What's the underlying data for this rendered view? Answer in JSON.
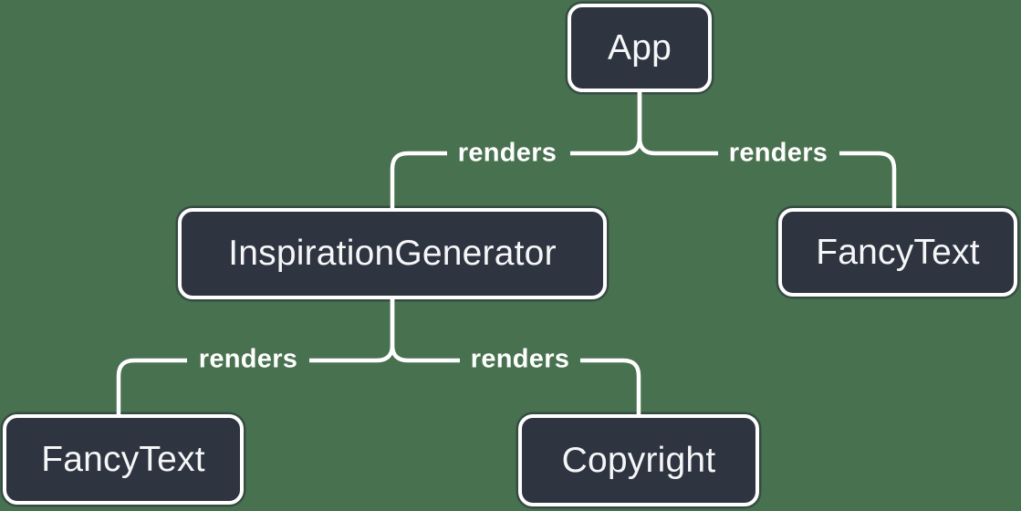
{
  "canvas": {
    "background_color": "#48714f",
    "line_color": "#ffffff",
    "node_fill_color": "#2e3440",
    "node_border_color": "#ffffff",
    "node_text_color": "#f5f6f7",
    "edge_label_color": "#ffffff"
  },
  "diagram": {
    "type": "component-tree",
    "nodes": [
      {
        "id": "app",
        "label": "App"
      },
      {
        "id": "inspiration-generator",
        "label": "InspirationGenerator"
      },
      {
        "id": "fancy-text-right",
        "label": "FancyText"
      },
      {
        "id": "fancy-text-left",
        "label": "FancyText"
      },
      {
        "id": "copyright",
        "label": "Copyright"
      }
    ],
    "edges": [
      {
        "from": "app",
        "to": "inspiration-generator",
        "label": "renders"
      },
      {
        "from": "app",
        "to": "fancy-text-right",
        "label": "renders"
      },
      {
        "from": "inspiration-generator",
        "to": "fancy-text-left",
        "label": "renders"
      },
      {
        "from": "inspiration-generator",
        "to": "copyright",
        "label": "renders"
      }
    ]
  }
}
